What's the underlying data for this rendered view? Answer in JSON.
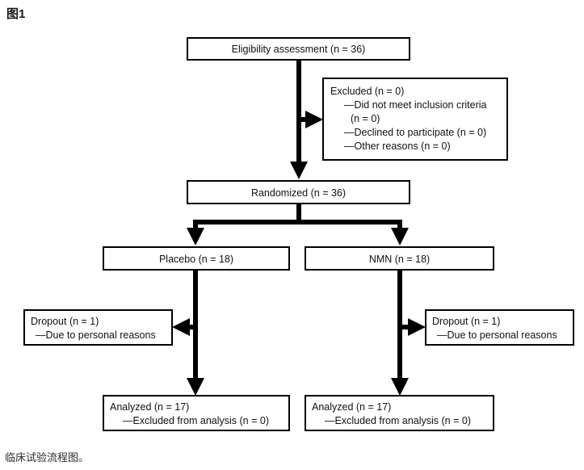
{
  "figure": {
    "label": "图1",
    "caption": "临床试验流程图。"
  },
  "diagram": {
    "type": "consort-flow-diagram",
    "colors": {
      "box_fill": "#ffffff",
      "box_stroke": "#000000",
      "line": "#000000",
      "text": "#111111"
    },
    "nodes": {
      "eligibility": {
        "name": "eligibility-assessment",
        "lines": [
          "Eligibility assessment (n = 36)"
        ],
        "align": "center"
      },
      "excluded": {
        "name": "excluded",
        "lines": [
          "Excluded (n = 0)",
          "—Did not meet inclusion criteria",
          "(n = 0)",
          "—Declined to participate (n = 0)",
          "—Other reasons (n = 0)"
        ],
        "align": "left"
      },
      "randomized": {
        "name": "randomized",
        "lines": [
          "Randomized (n = 36)"
        ],
        "align": "center"
      },
      "placebo": {
        "name": "placebo-arm",
        "lines": [
          "Placebo (n = 18)"
        ],
        "align": "center"
      },
      "nmn": {
        "name": "nmn-arm",
        "lines": [
          "NMN (n = 18)"
        ],
        "align": "center"
      },
      "dropout_left": {
        "name": "dropout-placebo",
        "lines": [
          "Dropout (n = 1)",
          "—Due to personal reasons"
        ],
        "align": "left"
      },
      "dropout_right": {
        "name": "dropout-nmn",
        "lines": [
          "Dropout (n = 1)",
          "—Due to personal reasons"
        ],
        "align": "left"
      },
      "analyzed_left": {
        "name": "analyzed-placebo",
        "lines": [
          "Analyzed (n = 17)",
          "—Excluded from analysis (n = 0)"
        ],
        "align": "left"
      },
      "analyzed_right": {
        "name": "analyzed-nmn",
        "lines": [
          "Analyzed (n = 17)",
          "—Excluded from analysis (n = 0)"
        ],
        "align": "left"
      }
    },
    "counts": {
      "assessed": 36,
      "excluded": 0,
      "excluded_not_meeting_criteria": 0,
      "excluded_declined": 0,
      "excluded_other": 0,
      "randomized": 36,
      "placebo_allocated": 18,
      "nmn_allocated": 18,
      "placebo_dropout": 1,
      "nmn_dropout": 1,
      "placebo_analyzed": 17,
      "nmn_analyzed": 17,
      "placebo_excluded_from_analysis": 0,
      "nmn_excluded_from_analysis": 0
    }
  }
}
